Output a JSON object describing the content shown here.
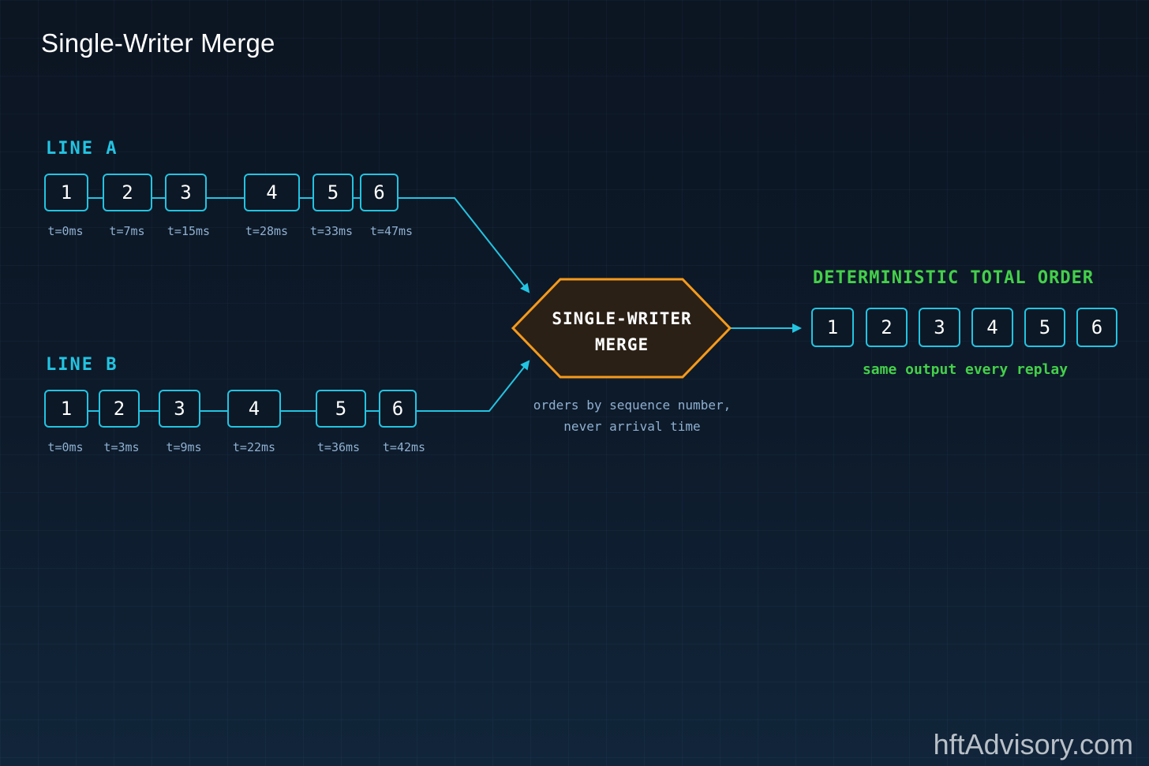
{
  "title": "Single-Writer Merge",
  "line_a": {
    "label": "LINE A",
    "items": [
      {
        "seq": "1",
        "time": "t=0ms"
      },
      {
        "seq": "2",
        "time": "t=7ms"
      },
      {
        "seq": "3",
        "time": "t=15ms"
      },
      {
        "seq": "4",
        "time": "t=28ms"
      },
      {
        "seq": "5",
        "time": "t=33ms"
      },
      {
        "seq": "6",
        "time": "t=47ms"
      }
    ]
  },
  "line_b": {
    "label": "LINE B",
    "items": [
      {
        "seq": "1",
        "time": "t=0ms"
      },
      {
        "seq": "2",
        "time": "t=3ms"
      },
      {
        "seq": "3",
        "time": "t=9ms"
      },
      {
        "seq": "4",
        "time": "t=22ms"
      },
      {
        "seq": "5",
        "time": "t=36ms"
      },
      {
        "seq": "6",
        "time": "t=42ms"
      }
    ]
  },
  "merge": {
    "line1": "SINGLE-WRITER",
    "line2": "MERGE",
    "note_line1": "orders by sequence number,",
    "note_line2": "never arrival time"
  },
  "output": {
    "title": "DETERMINISTIC TOTAL ORDER",
    "items": [
      "1",
      "2",
      "3",
      "4",
      "5",
      "6"
    ],
    "note": "same output every replay"
  },
  "watermark": "hftAdvisory.com",
  "colors": {
    "cyan": "#22c4e2",
    "orange": "#f59a1c",
    "green": "#44d04a",
    "muted": "#8fb0d0"
  }
}
